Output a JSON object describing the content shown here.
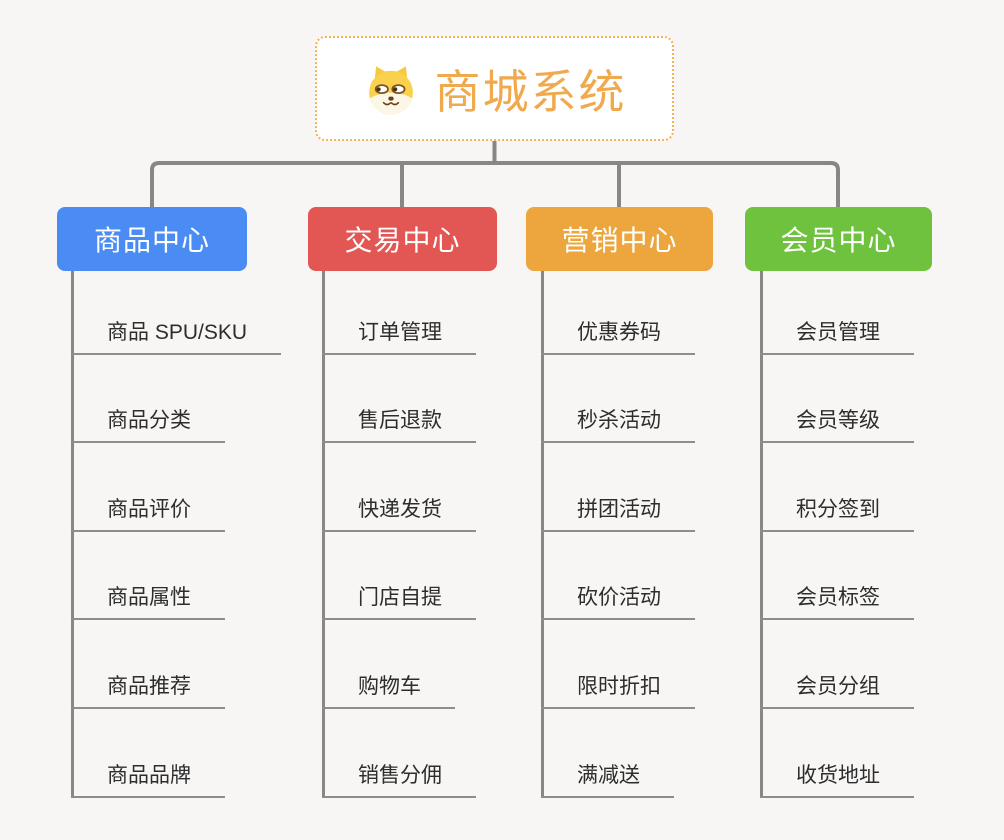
{
  "root": {
    "title": "商城系统",
    "icon": "shiba-dog-icon",
    "accent_color": "#F0A94C"
  },
  "branches": [
    {
      "id": "product-center",
      "label": "商品中心",
      "color": "#4A8CF4",
      "items": [
        "商品 SPU/SKU",
        "商品分类",
        "商品评价",
        "商品属性",
        "商品推荐",
        "商品品牌"
      ]
    },
    {
      "id": "trade-center",
      "label": "交易中心",
      "color": "#E25654",
      "items": [
        "订单管理",
        "售后退款",
        "快递发货",
        "门店自提",
        "购物车",
        "销售分佣"
      ]
    },
    {
      "id": "marketing-center",
      "label": "营销中心",
      "color": "#EDA63E",
      "items": [
        "优惠券码",
        "秒杀活动",
        "拼团活动",
        "砍价活动",
        "限时折扣",
        "满减送"
      ]
    },
    {
      "id": "member-center",
      "label": "会员中心",
      "color": "#6EC23E",
      "items": [
        "会员管理",
        "会员等级",
        "积分签到",
        "会员标签",
        "会员分组",
        "收货地址"
      ]
    }
  ],
  "connector_color": "#878787"
}
